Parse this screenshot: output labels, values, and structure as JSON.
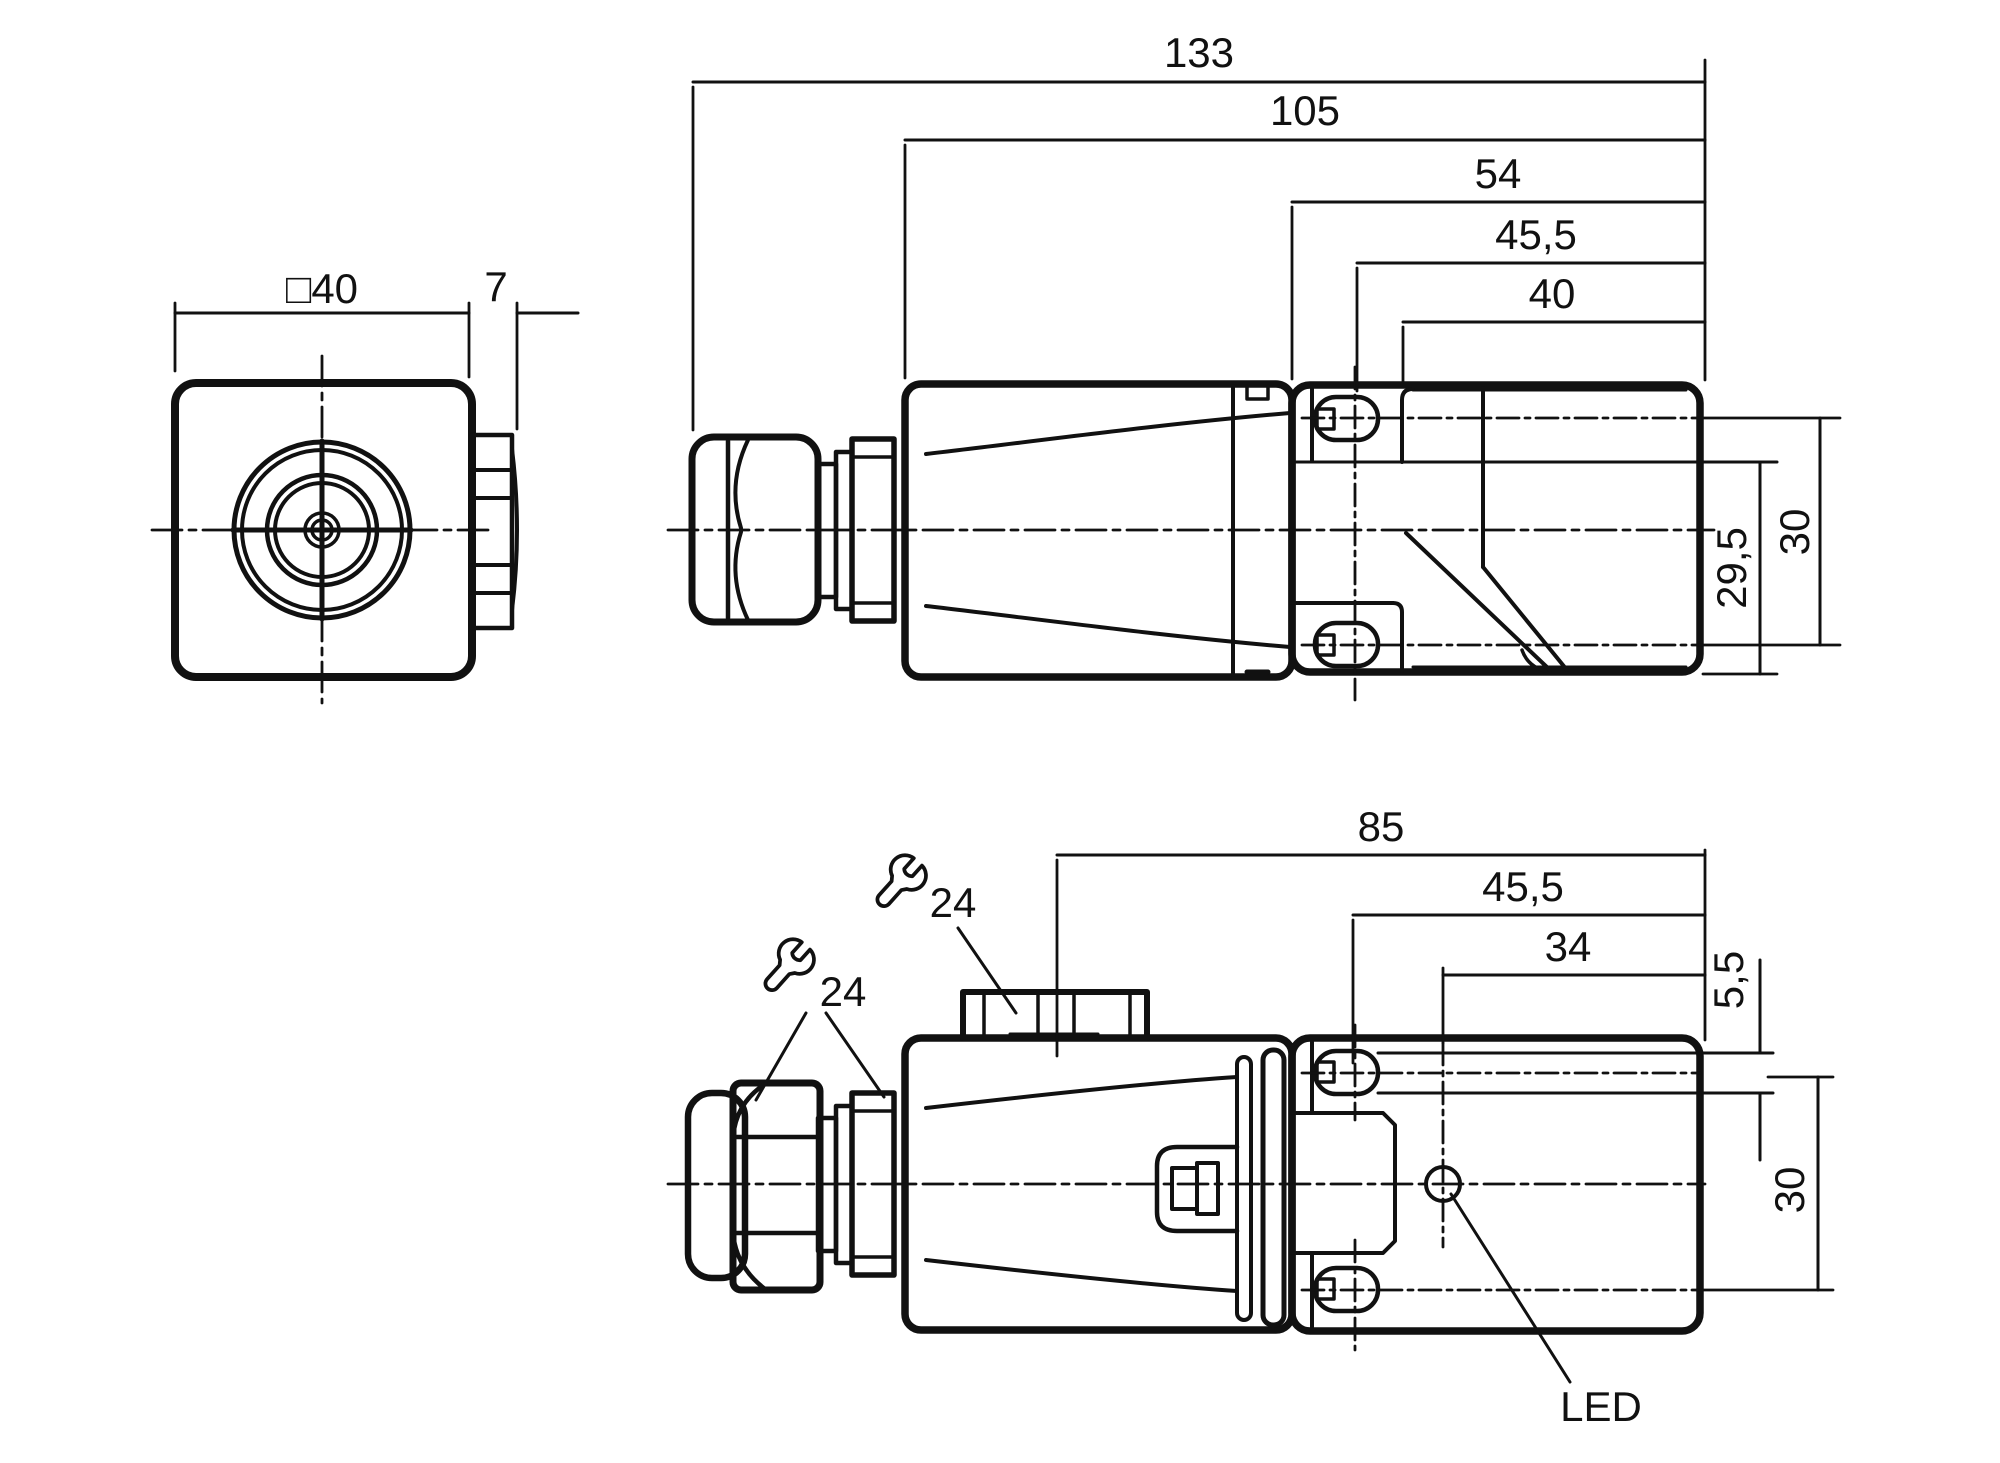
{
  "colors": {
    "line": "#111111",
    "background": "#ffffff"
  },
  "front": {
    "width": "□40",
    "depth": "7"
  },
  "top_side": {
    "overall": "133",
    "from_locknut": "105",
    "head": "54",
    "screw_to_face": "45,5",
    "cap_to_face": "40",
    "face_to_bottom": "29,5",
    "screw_spacing": "30"
  },
  "bottom_side": {
    "nut_to_face": "85",
    "screw_to_face": "45,5",
    "led_to_face": "34",
    "slot_width": "5,5",
    "screw_spacing": "30",
    "led_label": "LED",
    "wrench_nut": "24",
    "wrench_gland": "24"
  }
}
